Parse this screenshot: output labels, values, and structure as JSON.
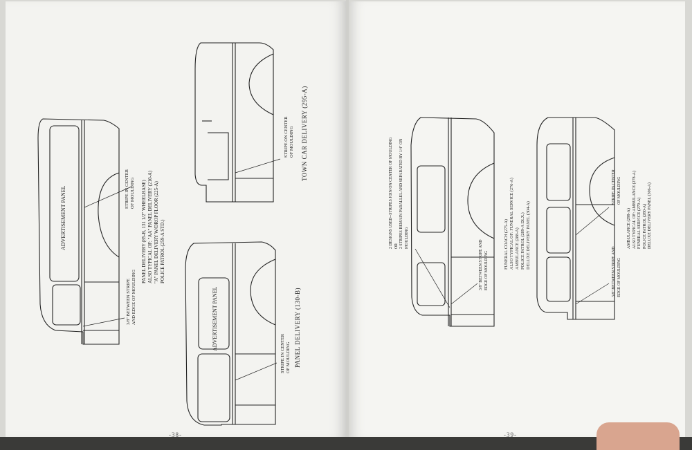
{
  "left_page": {
    "page_number": "-38-",
    "figures": [
      {
        "id": "panel-delivery-85",
        "panel_label": "ADVERTISEMENT PANEL",
        "callouts": [
          "STRIPE IN CENTER",
          "OF MOULDING"
        ],
        "edge_note": [
          "3/8\" BETWEEN STRIPE",
          "AND EDGE OF MOULDING"
        ],
        "caption": [
          "PANEL DELIVERY (85-B, 131 1/2\" WHEELBASE)",
          "ALSO TYPICAL OF: \"AA\" PANEL DELIVERY (210-A)",
          "\"A\" PANEL DELIVERY W/DROP FLOOR (225-A)",
          "POLICE PATROL (259-A STD.)"
        ]
      },
      {
        "id": "town-car-delivery",
        "callouts": [
          "STRIPE ON CENTER",
          "OF MOULDING"
        ],
        "caption": "TOWN CAR DELIVERY (295-A)"
      },
      {
        "id": "panel-delivery-130",
        "panel_label": "ADVERTISEMENT PANEL",
        "callouts": [
          "STRIPE IN CENTER",
          "OF MOULDING"
        ],
        "caption": "PANEL DELIVERY (130-B)"
      }
    ]
  },
  "right_page": {
    "page_number": "-39-",
    "figures": [
      {
        "id": "funeral-coach",
        "notes": [
          "2 DESIGNS USED--STRIPES JOIN ON CENTER OF MOULDING",
          "OR",
          "2 STRIPES REMAIN PARALLEL AND SEPARATED BY 1/4\" ON",
          "MOULDING"
        ],
        "edge_note": [
          "3/8\" BETWEEN STRIPE AND",
          "EDGE OF MOULDING"
        ],
        "caption": [
          "FUNERAL COACH (275-A)",
          "ALSO TYPICAL OF: FUNERAL SERVICE (276-A)",
          "AMBULANCE (288-A)",
          "POLICE PATROL (289-A DLX.)",
          "DELUXE DELIVERY PANEL (304-A)"
        ]
      },
      {
        "id": "ambulance",
        "callouts": [
          "STRIPE IN CENTER",
          "OF MOULDING"
        ],
        "edge_note": [
          "3/8\" BETWEEN STRIPE AND",
          "EDGE OF MOULDING"
        ],
        "caption": [
          "AMBULANCE (298-A)",
          "ALSO TYPICAL OF: AMBULANCE (278-A)",
          "FUNERAL SERVICE (279-A)",
          "POLICE PATROL (280-A)",
          "DELUXE DELIVERY PANEL (306-A)"
        ]
      }
    ]
  }
}
